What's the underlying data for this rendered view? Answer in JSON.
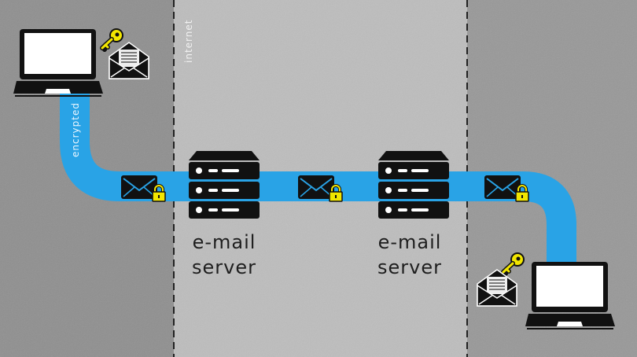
{
  "zones": {
    "internet_label": "internet"
  },
  "path": {
    "label": "encrypted",
    "color": "#29a3e6"
  },
  "servers": [
    {
      "line1": "e-mail",
      "line2": "server"
    },
    {
      "line1": "e-mail",
      "line2": "server"
    }
  ],
  "colors": {
    "zone_dark": "#8f8f8f",
    "zone_light": "#bcbcbc",
    "key": "#f2e600",
    "icon": "#111111"
  },
  "icons": [
    "laptop-icon",
    "key-icon",
    "open-envelope-icon",
    "envelope-lock-icon",
    "server-icon"
  ]
}
